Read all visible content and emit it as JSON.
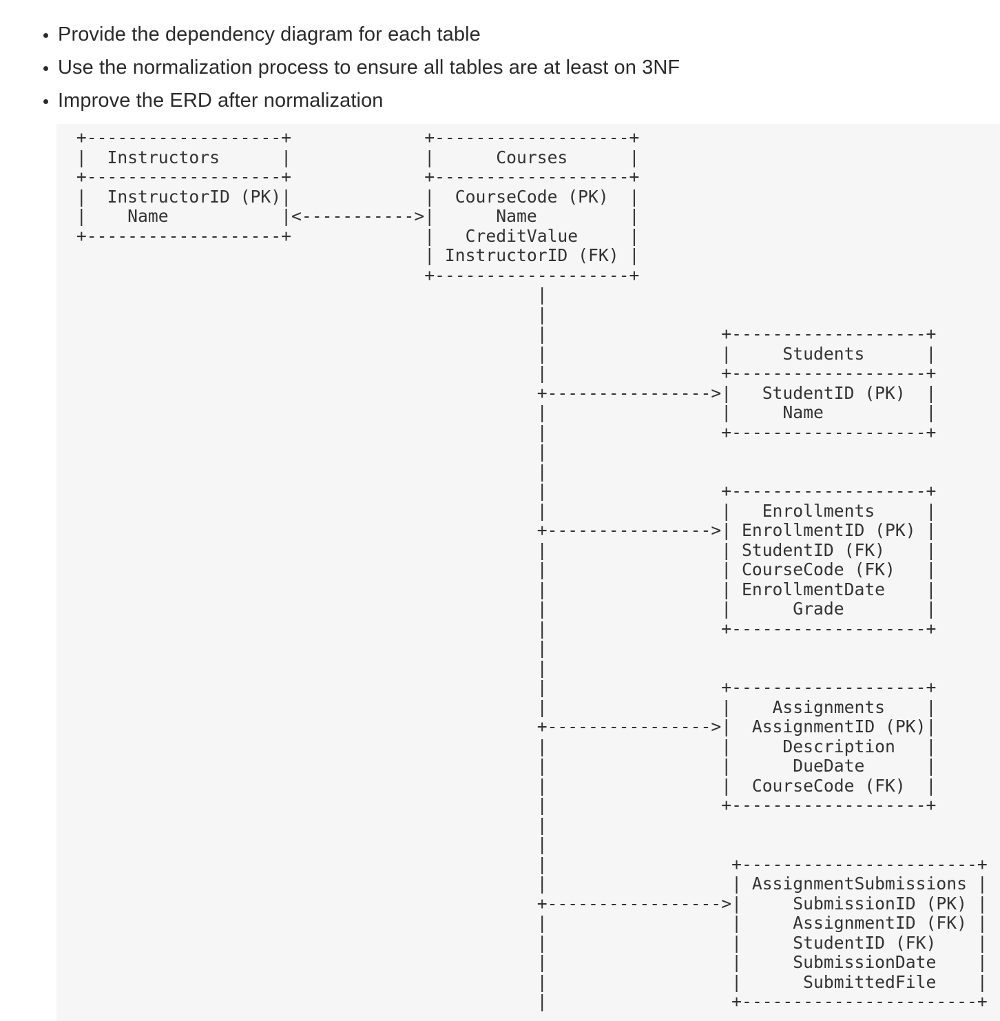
{
  "instructions": {
    "items": [
      "Provide the dependency diagram for each table",
      "Use the normalization process to ensure all tables are at least on 3NF",
      "Improve the ERD after normalization"
    ]
  },
  "colors": {
    "page_background": "#ffffff",
    "body_text": "#2b2b2b",
    "code_background": "#f6f6f6",
    "code_text": "#333333"
  },
  "diagram": {
    "tables": [
      {
        "name": "Instructors",
        "attributes": [
          "InstructorID (PK)",
          "Name"
        ]
      },
      {
        "name": "Courses",
        "attributes": [
          "CourseCode (PK)",
          "Name",
          "CreditValue",
          "InstructorID (FK)"
        ]
      },
      {
        "name": "Students",
        "attributes": [
          "StudentID (PK)",
          "Name"
        ]
      },
      {
        "name": "Enrollments",
        "attributes": [
          "EnrollmentID (PK)",
          "StudentID (FK)",
          "CourseCode (FK)",
          "EnrollmentDate",
          "Grade"
        ]
      },
      {
        "name": "Assignments",
        "attributes": [
          "AssignmentID (PK)",
          "Description",
          "DueDate",
          "CourseCode (FK)"
        ]
      },
      {
        "name": "AssignmentSubmissions",
        "attributes": [
          "SubmissionID (PK)",
          "AssignmentID (FK)",
          "StudentID (FK)",
          "SubmissionDate",
          "SubmittedFile"
        ]
      }
    ],
    "relationships": [
      {
        "from": "Instructors",
        "to": "Courses",
        "style": "bidirectional"
      },
      {
        "from": "Courses",
        "to": "Students",
        "style": "arrow"
      },
      {
        "from": "Courses",
        "to": "Enrollments",
        "style": "arrow"
      },
      {
        "from": "Courses",
        "to": "Assignments",
        "style": "arrow"
      },
      {
        "from": "Courses",
        "to": "AssignmentSubmissions",
        "style": "arrow"
      }
    ],
    "lines": [
      " +-------------------+             +-------------------+",
      " |  Instructors      |             |      Courses      |",
      " +-------------------+             +-------------------+",
      " |  InstructorID (PK)|             |  CourseCode (PK)  |",
      " |    Name           |<----------->|      Name         |",
      " +-------------------+             |   CreditValue     |",
      "                                   | InstructorID (FK) |",
      "                                   +-------------------+",
      "                                              |",
      "                                              |",
      "                                              |                 +-------------------+",
      "                                              |                 |     Students      |",
      "                                              |                 +-------------------+",
      "                                              +---------------->|   StudentID (PK)  |",
      "                                              |                 |     Name          |",
      "                                              |                 +-------------------+",
      "                                              |",
      "                                              |",
      "                                              |                 +-------------------+",
      "                                              |                 |   Enrollments     |",
      "                                              +---------------->| EnrollmentID (PK) |",
      "                                              |                 | StudentID (FK)    |",
      "                                              |                 | CourseCode (FK)   |",
      "                                              |                 | EnrollmentDate    |",
      "                                              |                 |      Grade        |",
      "                                              |                 +-------------------+",
      "                                              |",
      "                                              |",
      "                                              |                 +-------------------+",
      "                                              |                 |    Assignments    |",
      "                                              +---------------->|  AssignmentID (PK)|",
      "                                              |                 |     Description   |",
      "                                              |                 |      DueDate      |",
      "                                              |                 |  CourseCode (FK)  |",
      "                                              |                 +-------------------+",
      "                                              |",
      "                                              |",
      "                                              |                  +-----------------------+",
      "                                              |                  | AssignmentSubmissions |",
      "                                              +----------------->|     SubmissionID (PK) |",
      "                                              |                  |     AssignmentID (FK) |",
      "                                              |                  |     StudentID (FK)    |",
      "                                              |                  |     SubmissionDate    |",
      "                                              |                  |      SubmittedFile    |",
      "                                              |                  +-----------------------+"
    ]
  }
}
